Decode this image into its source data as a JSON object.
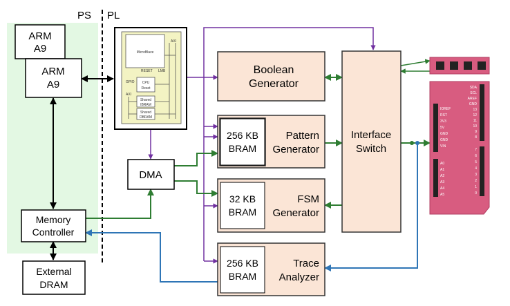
{
  "regions": {
    "ps_label": "PS",
    "pl_label": "PL"
  },
  "blocks": {
    "arm_back": [
      "ARM",
      "A9"
    ],
    "arm_front": [
      "ARM",
      "A9"
    ],
    "memory_controller": [
      "Memory",
      "Controller"
    ],
    "external_dram": [
      "External",
      "DRAM"
    ],
    "dma": "DMA",
    "boolean_generator": [
      "Boolean",
      "Generator"
    ],
    "pattern_generator": [
      "Pattern",
      "Generator"
    ],
    "fsm_generator": [
      "FSM",
      "Generator"
    ],
    "trace_analyzer": [
      "Trace",
      "Analyzer"
    ],
    "interface_switch": [
      "Interface",
      "Switch"
    ],
    "bram_pattern": [
      "256 KB",
      "BRAM"
    ],
    "bram_fsm": [
      "32 KB",
      "BRAM"
    ],
    "bram_trace": [
      "256 KB",
      "BRAM"
    ]
  },
  "microblaze": {
    "core": "MicroBlaze",
    "cpu_reset": [
      "CPU",
      "Reset"
    ],
    "shared_ibram": [
      "Shared",
      "IBRAM"
    ],
    "shared_dbram": [
      "Shared",
      "DBRAM"
    ],
    "small": {
      "axi_top": "AXI",
      "reset": "RESET",
      "lmb": "LMB",
      "gpio": "GPIO",
      "axi_bottom": "AXI"
    }
  },
  "arduino_header": {
    "right_pins": [
      "SDA",
      "SCL",
      "AREF",
      "GND",
      "13",
      "12",
      "11",
      "10",
      "9",
      "8",
      "7",
      "6",
      "5",
      "4",
      "3",
      "2",
      "1",
      "0"
    ],
    "left_power": [
      "IOREF",
      "RST",
      "3V3",
      "5V",
      "GND",
      "GND",
      "VIN"
    ],
    "left_analog": [
      "A0",
      "A1",
      "A2",
      "A3",
      "A4",
      "A5"
    ]
  },
  "colors": {
    "ps_region": "#e3f8e3",
    "block_fill": "#fbe5d6",
    "block_stroke": "#333333",
    "purple_line": "#7030a0",
    "green_line": "#2e7d32",
    "blue_line": "#2e75b6",
    "board_pink": "#d85c80",
    "microblaze_fill": "#f3f3c3"
  }
}
